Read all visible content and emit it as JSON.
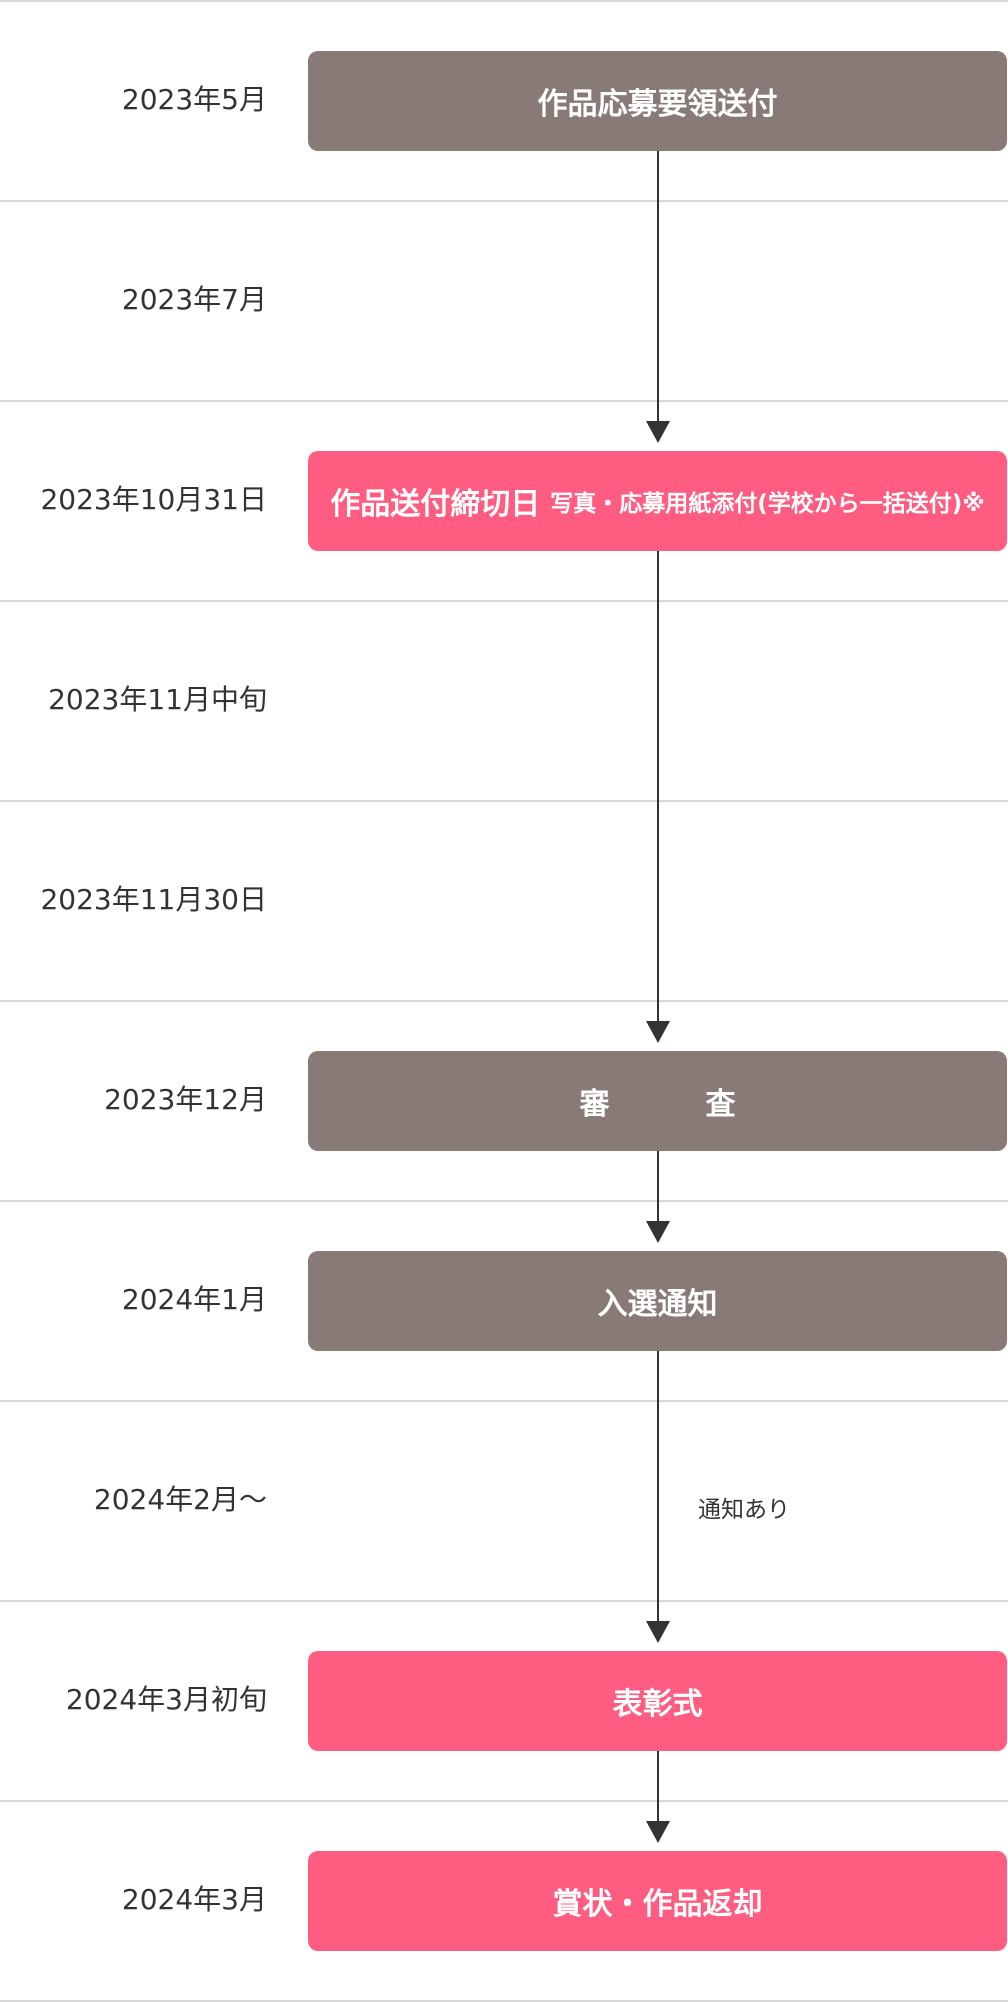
{
  "colors": {
    "gray_box": "#887a77",
    "pink_box": "#fe5c80",
    "line": "#333333",
    "divider": "#d8d8d8"
  },
  "rows": [
    {
      "date": "2023年5月",
      "box": {
        "label": "作品応募要領送付",
        "color": "gray"
      }
    },
    {
      "date": "2023年7月"
    },
    {
      "date": "2023年10月31日",
      "box": {
        "label": "作品送付締切日",
        "sub": "写真・応募用紙添付(学校から一括送付)※",
        "color": "pink"
      }
    },
    {
      "date": "2023年11月中旬"
    },
    {
      "date": "2023年11月30日"
    },
    {
      "date": "2023年12月",
      "box": {
        "label": "審査",
        "color": "gray",
        "spaced": true
      }
    },
    {
      "date": "2024年1月",
      "box": {
        "label": "入選通知",
        "color": "gray"
      }
    },
    {
      "date": "2024年2月〜",
      "note": "通知あり"
    },
    {
      "date": "2024年3月初旬",
      "box": {
        "label": "表彰式",
        "color": "pink"
      }
    },
    {
      "date": "2024年3月",
      "box": {
        "label": "賞状・作品返却",
        "color": "pink"
      }
    }
  ]
}
